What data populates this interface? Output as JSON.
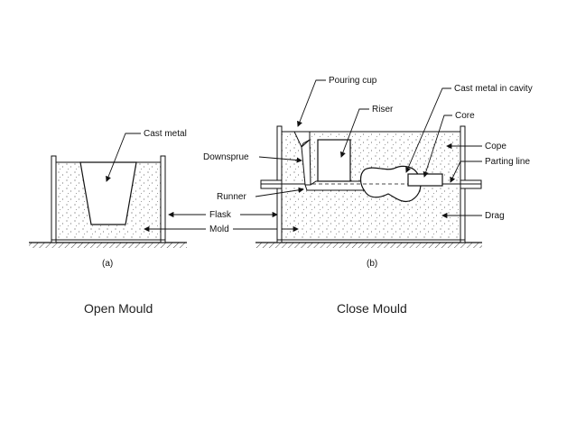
{
  "diagram": {
    "open": {
      "labels": {
        "cast_metal": "Cast metal",
        "flask": "Flask",
        "mold": "Mold"
      },
      "sublabel": "(a)"
    },
    "closed": {
      "labels": {
        "pouring_cup": "Pouring cup",
        "riser": "Riser",
        "cast_metal_in_cavity": "Cast metal in cavity",
        "core": "Core",
        "cope": "Cope",
        "parting_line": "Parting line",
        "downsprue": "Downsprue",
        "runner": "Runner",
        "drag": "Drag"
      },
      "sublabel": "(b)"
    }
  },
  "captions": {
    "open": "Open Mould",
    "close": "Close Mould"
  },
  "colors": {
    "line": "#111111",
    "sand": "#ffffff",
    "metal": "#ffffff"
  }
}
